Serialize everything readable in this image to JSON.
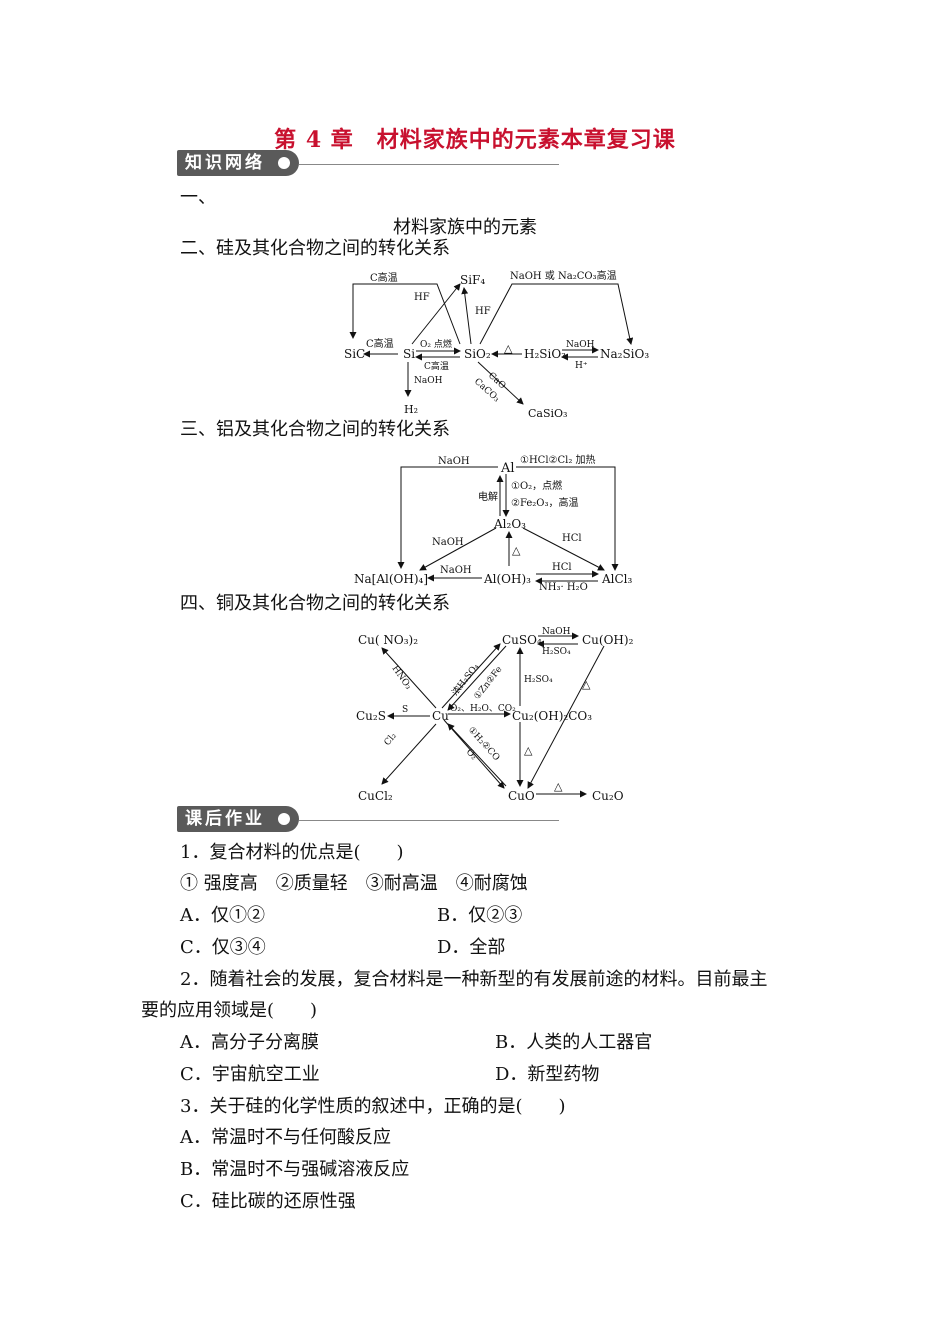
{
  "title": "第 4 章　材料家族中的元素本章复习课",
  "section1": {
    "label": "知识网络"
  },
  "section2": {
    "label": "课后作业"
  },
  "kn": {
    "item1": "一、",
    "item1_caption": "材料家族中的元素",
    "item2": "二、硅及其化合物之间的转化关系",
    "item3": "三、铝及其化合物之间的转化关系",
    "item4": "四、铜及其化合物之间的转化关系"
  },
  "si_diagram": {
    "nodes": {
      "SiC": "SiC",
      "Si": "Si",
      "SiO2": "SiO₂",
      "SiF4": "SiF₄",
      "H2SiO3": "H₂SiO₃",
      "Na2SiO3": "Na₂SiO₃",
      "H2": "H₂",
      "CaSiO3": "CaSiO₃"
    },
    "labels": {
      "c_high_top": "C高温",
      "hf1": "HF",
      "hf2": "HF",
      "naoh_na2co3": "NaOH 或 Na₂CO₃高温",
      "c_high_left": "C高温",
      "o2_ignite": "O₂ 点燃",
      "c_high_mid": "C高温",
      "naoh_down": "NaOH",
      "delta": "△",
      "naoh_right": "NaOH",
      "h_plus": "H⁺",
      "cao": "CaO",
      "caco3": "CaCO₃"
    }
  },
  "al_diagram": {
    "nodes": {
      "Al": "Al",
      "Al2O3": "Al₂O₃",
      "NaAlOH4": "Na[Al(OH)₄]",
      "AlOH3": "Al(OH)₃",
      "AlCl3": "AlCl₃"
    },
    "labels": {
      "naoh_top": "NaOH",
      "hcl_cl2": "①HCl②Cl₂ 加热",
      "o2_ignite": "①O₂，点燃",
      "fe2o3_high": "②Fe₂O₃，高温",
      "electrolysis": "电解",
      "naoh_left": "NaOH",
      "hcl_right": "HCl",
      "delta": "△",
      "naoh_bottom": "NaOH",
      "hcl_bottom": "HCl",
      "nh3h2o": "NH₃· H₂O"
    }
  },
  "cu_diagram": {
    "nodes": {
      "CuNO32": "Cu( NO₃)₂",
      "CuSO4": "CuSO₄",
      "CuOH2": "Cu(OH)₂",
      "Cu2S": "Cu₂S",
      "Cu": "Cu",
      "Cu2OH2CO3": "Cu₂(OH)₂CO₃",
      "CuCl2": "CuCl₂",
      "CuO": "CuO",
      "Cu2O": "Cu₂O"
    },
    "labels": {
      "naoh": "NaOH",
      "h2so4_top": "H₂SO₄",
      "hno3": "HNO₃",
      "conc_h2so4": "浓H₂SO₄",
      "zn_fe": "①Zn②Fe",
      "h2so4_mid": "H₂SO₄",
      "delta_right": "△",
      "s": "S",
      "o2_h2o_co2": "O₂、H₂O、CO₂",
      "cl2": "Cl₂",
      "h2_co": "①H₂②CO",
      "o2": "O₂",
      "delta_mid": "△",
      "delta_bottom": "△"
    }
  },
  "homework": {
    "q1": {
      "stem": "1．复合材料的优点是(　　)",
      "items": "① 强度高　②质量轻　③耐高温　④耐腐蚀",
      "optA": "A．仅①②",
      "optB": "B．仅②③",
      "optC": "C．仅③④",
      "optD": "D．全部"
    },
    "q2": {
      "stem_line1": "2．随着社会的发展，复合材料是一种新型的有发展前途的材料。目前最主",
      "stem_line2": "要的应用领域是(　　)",
      "optA": "A．高分子分离膜",
      "optB": "B．人类的人工器官",
      "optC": "C．宇宙航空工业",
      "optD": "D．新型药物"
    },
    "q3": {
      "stem": "3．关于硅的化学性质的叙述中，正确的是(　　)",
      "optA": "A．常温时不与任何酸反应",
      "optB": "B．常温时不与强碱溶液反应",
      "optC": "C．硅比碳的还原性强"
    }
  }
}
